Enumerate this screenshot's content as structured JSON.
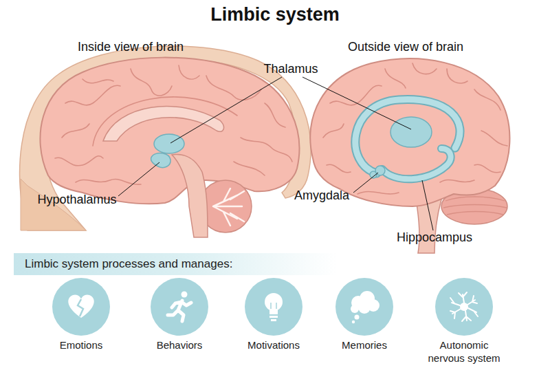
{
  "diagram": {
    "title": "Limbic system",
    "nodes": [
      {
        "text": [
          "Limbic system processes and manages:"
        ]
      },
      {
        "text": [
          "Emotions"
        ]
      },
      {
        "text": [
          "Behaviors"
        ]
      },
      {
        "text": [
          "Motivations"
        ]
      },
      {
        "text": [
          "Memories"
        ]
      },
      {
        "text": [
          "Autonomic nervous system"
        ]
      }
    ],
    "labels": [
      "Inside view of brain",
      "Outside view of brain",
      "Thalamus",
      "Hypothalamus",
      "Amygdala",
      "Hippocampus"
    ]
  }
}
